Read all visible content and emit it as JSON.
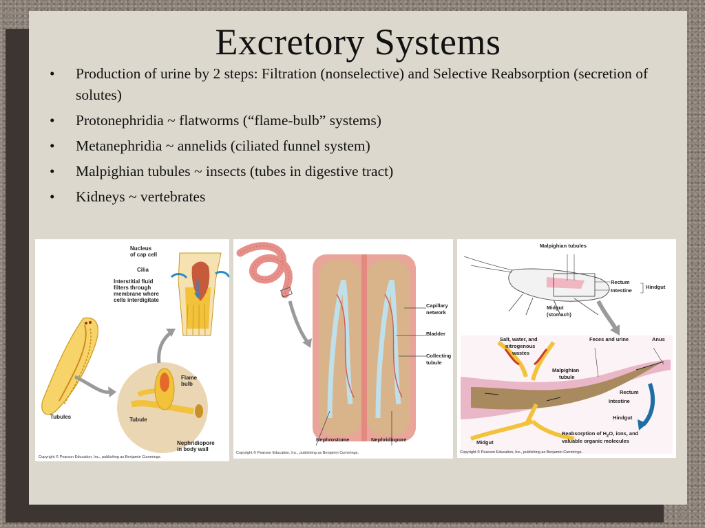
{
  "slide": {
    "title": "Excretory Systems",
    "bullets": [
      "Production of urine by 2 steps: Filtration (nonselective) and Selective Reabsorption (secretion of solutes)",
      "Protonephridia ~ flatworms (“flame-bulb” systems)",
      "Metanephridia ~ annelids (ciliated funnel system)",
      "Malpighian tubules ~ insects (tubes in digestive tract)",
      "Kidneys ~ vertebrates"
    ]
  },
  "figure1": {
    "labels": {
      "nucleus": "Nucleus",
      "cap_cell": "of cap cell",
      "cilia": "Cilia",
      "interstitial1": "Interstitial fluid",
      "interstitial2": "filters through",
      "interstitial3": "membrane where",
      "interstitial4": "cells interdigitate",
      "flame": "Flame",
      "bulb": "bulb",
      "tubule": "Tubule",
      "tubules": "Tubules",
      "nephridiopore1": "Nephridiopore",
      "nephridiopore2": "in body wall"
    },
    "copyright": "Copyright © Pearson Education, Inc., publishing as Benjamin Cummings."
  },
  "figure2": {
    "labels": {
      "capillary1": "Capillary",
      "capillary2": "network",
      "bladder": "Bladder",
      "collecting1": "Collecting",
      "collecting2": "tubule",
      "nephrostome": "Nephrostome",
      "nephridiopore": "Nephridiopore"
    },
    "copyright": "Copyright © Pearson Education, Inc., publishing as Benjamin Cummings."
  },
  "figure3": {
    "labels": {
      "malpighian_tubules": "Malpighian tubules",
      "rectum": "Rectum",
      "intestine": "Intestine",
      "hindgut": "Hindgut",
      "midgut1": "Midgut",
      "midgut2": "(stomach)",
      "salt1": "Salt, water, and",
      "salt2": "nitrogenous",
      "salt3": "wastes",
      "feces": "Feces and urine",
      "anus": "Anus",
      "malpighian1": "Malpighian",
      "malpighian2": "tubule",
      "rectum2": "Rectum",
      "intestine2": "Intestine",
      "hindgut2": "Hindgut",
      "midgut3": "Midgut",
      "reabs1a": "Reabsorption of H",
      "reabs_sub": "2",
      "reabs1b": "O, ions, and",
      "reabs2": "valuable organic molecules"
    },
    "copyright": "Copyright © Pearson Education, Inc., publishing as Benjamin Cummings."
  },
  "colors": {
    "slide_bg": "#dcd8cd",
    "shadow": "#3d3531",
    "flatworm": "#f2c23a",
    "annelid": "#e7908a",
    "gut": "#d9a6b8",
    "arrow_gray": "#9a9a9a"
  }
}
